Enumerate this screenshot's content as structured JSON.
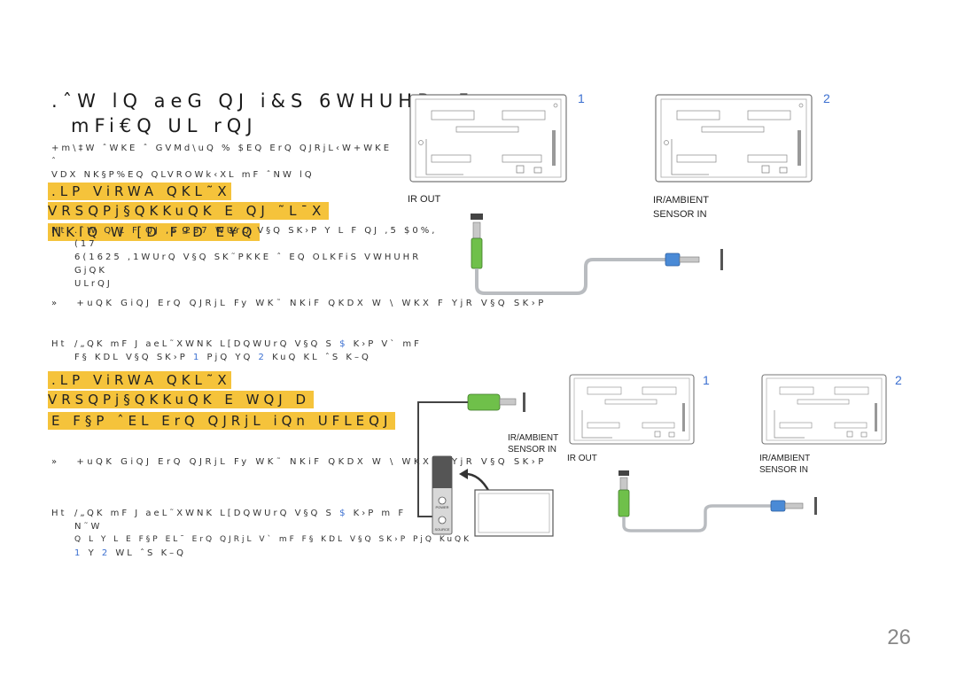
{
  "page": {
    "number": "26"
  },
  "heading": {
    "line1": ".ˆW  lQ  aeG  QJ  i&S  6WHUHR  ,5",
    "line2": "mFi€Q UL rQJ"
  },
  "intro": {
    "line1": "+m\\‡W  ˆWKE  ˆ  GVMd\\uQ  %  $EQ  ErQ  QJRjL‹W+WKE  ˆ",
    "line2": "VDX  NK§P%EQ  QLVROWk‹XL  mF  ˆNW  lQ"
  },
  "section1": {
    "highlight_line1": ".LP  ViRWA  QKL˜X  VRSQPj§QKKuQK  E  QJ  ˜L¯X",
    "highlight_line2": "NKlQ  W  [D  FºD  E¥Q",
    "bullet1_mark": "Ht",
    "bullet1_line1": ".ˆW  Q  L  F  QJ  ,5  287  WUrQ  V§Q  SK›P  Y  L  F  QJ  ,5    $0%,(17",
    "bullet1_line2": "6(1625  ,1WUrQ  V§Q  SK˜PKKE  ˆ  EQ  OLKFiS  VWHUHR  GjQK",
    "bullet1_line3": "ULrQJ",
    "bullet2_mark": "Ht",
    "bullet2_line1_a": "/„QK  mF  J  aeL˜XWNK",
    "bullet2_line1_b": "L[DQWUrQ  V§Q  S",
    "bullet2_line1_c": "$",
    "bullet2_line1_d": "K›P  V`  mF",
    "bullet2_line2_a": "F§  KDL  V§Q  SK›P",
    "bullet2_line2_b": "1",
    "bullet2_line2_c": "PjQ  YQ",
    "bullet2_line2_d": "2",
    "bullet2_line2_e": "KuQ  KL ˆS  K–Q",
    "note_mark": "»",
    "note": "+uQK  GiQJ  ErQ  QJRjL  Fy  WK˜  NKiF  QKDX  W  \\  WKX  F  YjR  V§Q  SK›P"
  },
  "section2": {
    "highlight_line1": ".LP  ViRWA  QKL˜X  VRSQPj§QKKuQK  E  WQJ  D",
    "highlight_line2": "E  F§P  ˆEL  ErQ  QJRjL  iQn  UFLEQJ",
    "bullet1_mark": "Ht",
    "bullet1_line1_a": "/„QK  mF  J  aeL˜XWNK",
    "bullet1_line1_b": "L[DQWUrQ  V§Q  S",
    "bullet1_line1_c": "$",
    "bullet1_line1_d": "K›P  m  F  N˜W",
    "bullet1_line2": "Q  L  Y  L  E  F§P  EL˜  ErQ  QJRjL  V`  mF  F§  KDL  V§Q  SK›P  PjQ  KuQK",
    "bullet1_line3_a": "1",
    "bullet1_line3_b": "Y",
    "bullet1_line3_c": "2",
    "bullet1_line3_d": "WL ˆS  K–Q",
    "note_mark": "»",
    "note": "+uQK  GiQJ  ErQ  QJRjL  Fy  WK˜  NKiF  QKDX  W  \\  WKX  F  YjR  V§Q  SK›P"
  },
  "diagram1": {
    "monitor1_number": "1",
    "monitor2_number": "2",
    "ir_out_label": "IR OUT",
    "ir_ambient_line1": "IR/AMBIENT",
    "ir_ambient_line2": "SENSOR IN"
  },
  "diagram2": {
    "monitor1_number": "1",
    "monitor2_number": "2",
    "ir_ambient_left_line1": "IR/AMBIENT",
    "ir_ambient_left_line2": "SENSOR IN",
    "ir_out_label": "IR OUT",
    "ir_ambient_right_line1": "IR/AMBIENT",
    "ir_ambient_right_line2": "SENSOR IN",
    "remote_power_label": "POWER",
    "remote_source_label": "SOURCE"
  },
  "colors": {
    "highlight": "#f5c33b",
    "accent_blue": "#3b6fd0",
    "plug_green": "#6fc04a",
    "plug_blue": "#4a8ad6"
  }
}
